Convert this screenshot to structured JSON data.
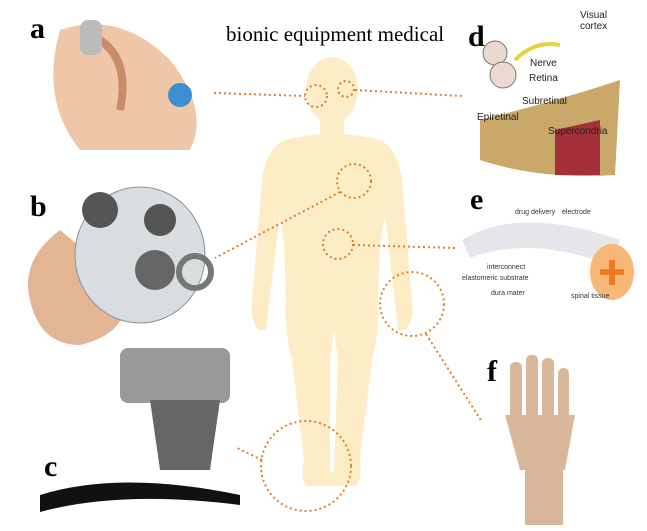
{
  "title": "bionic equipment medical",
  "panels": {
    "a": {
      "letter": "a"
    },
    "b": {
      "letter": "b"
    },
    "c": {
      "letter": "c"
    },
    "d": {
      "letter": "d",
      "labels": [
        "Visual cortex",
        "Nerve",
        "Retina",
        "Subretinal",
        "Epiretinal",
        "Supercondria"
      ]
    },
    "e": {
      "letter": "e",
      "labels": [
        "drug delivery",
        "electrode",
        "interconnect",
        "elastomeric substrate",
        "dura mater",
        "spinal tissue"
      ]
    },
    "f": {
      "letter": "f"
    }
  },
  "colors": {
    "body": "#fdedc6",
    "dotted": "#d9822b"
  }
}
